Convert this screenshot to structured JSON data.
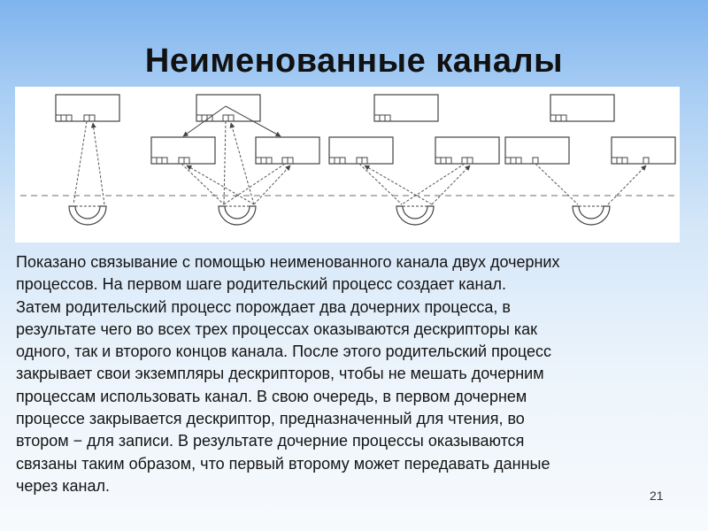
{
  "slide": {
    "title": "Неименованные каналы",
    "body_lines": [
      "Показано связывание с помощью неименованного канала двух дочерних",
      "процессов. На первом шаге родительский процесс создает канал.",
      "Затем родительский процесс порождает два дочерних процесса, в",
      "результате чего во всех трех процессах оказываются дескрипторы как",
      "одного, так и второго концов канала. После этого родительский процесс",
      "закрывает свои экземпляры дескрипторов, чтобы не мешать дочерним",
      "процессам использовать канал. В свою очередь, в первом дочернем",
      "процессе закрывается дескриптор, предназначенный для чтения, во",
      "втором − для записи. В результате дочерние процессы оказываются",
      "связаны таким образом, что первый второму может передавать данные",
      "через канал."
    ],
    "page_number": "21"
  },
  "diagram": {
    "stages": 4,
    "colors": {
      "line": "#444444",
      "dashed": "#8a8a8a"
    }
  }
}
